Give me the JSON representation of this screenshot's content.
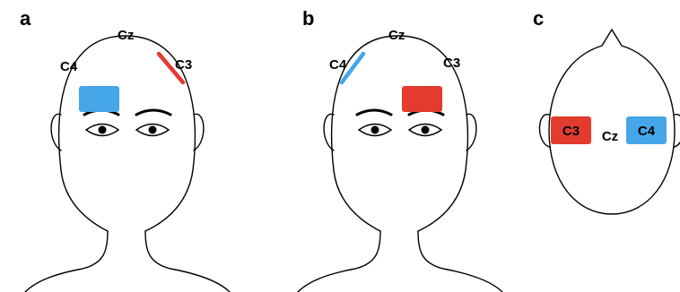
{
  "panels": [
    {
      "id": "a",
      "label": "a",
      "electrodes": {
        "cz": "Cz",
        "c4": "C4",
        "c3": "C3"
      }
    },
    {
      "id": "b",
      "label": "b",
      "electrodes": {
        "cz": "Cz",
        "c4": "C4",
        "c3": "C3"
      }
    },
    {
      "id": "c",
      "label": "c",
      "pads": {
        "left": "C3",
        "center": "Cz",
        "right": "C4"
      }
    }
  ],
  "colors": {
    "red": "#e33b2e",
    "blue": "#45a6e8",
    "outline": "#000000"
  }
}
